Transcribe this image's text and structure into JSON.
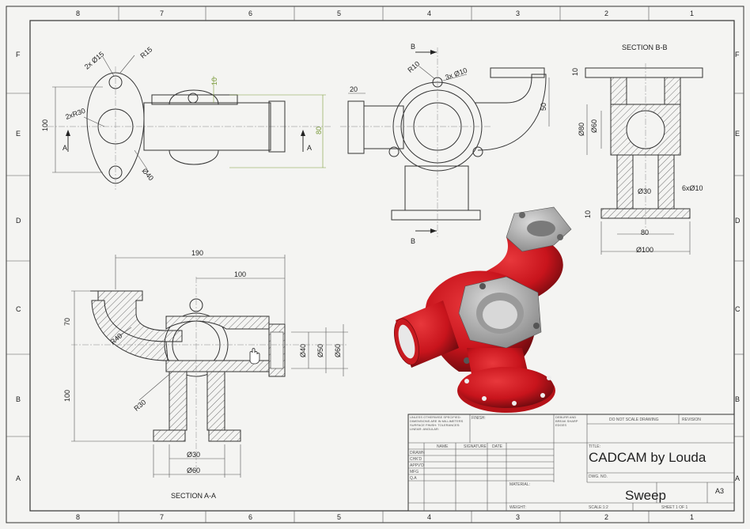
{
  "border": {
    "columns": [
      "8",
      "7",
      "6",
      "5",
      "4",
      "3",
      "2",
      "1"
    ],
    "rows": [
      "F",
      "E",
      "D",
      "C",
      "B",
      "A"
    ]
  },
  "view_front": {
    "labels": [
      "2x Ø15",
      "R15",
      "2xR30",
      "100",
      "Ø40",
      "A",
      "A",
      "10",
      "80"
    ]
  },
  "view_side": {
    "labels": [
      "B",
      "R10",
      "3x Ø10",
      "20",
      "50",
      "B"
    ]
  },
  "section_bb": {
    "title": "SECTION B-B",
    "labels": [
      "10",
      "Ø80",
      "Ø60",
      "Ø30",
      "6xØ10",
      "10",
      "80",
      "Ø100"
    ]
  },
  "section_aa": {
    "title": "SECTION A-A",
    "labels": [
      "190",
      "100",
      "70",
      "R40",
      "Ø40",
      "Ø50",
      "Ø60",
      "100",
      "R30",
      "Ø30",
      "Ø60"
    ]
  },
  "title_block": {
    "company": "CADCAM by Louda",
    "part_name": "Sweep",
    "sheet_size": "A3",
    "notes": "UNLESS OTHERWISE SPECIFIED: DIMENSIONS ARE IN MILLIMETERS SURFACE FINISH: TOLERANCES: LINEAR: ANGULAR:",
    "finish_label": "FINISH:",
    "deburr_label": "DEBURR AND BREAK SHARP EDGES",
    "dont_scale": "DO NOT SCALE DRAWING",
    "revision_label": "REVISION",
    "title_label": "TITLE:",
    "dwg_no_label": "DWG. NO.",
    "material_label": "MATERIAL:",
    "weight_label": "WEIGHT:",
    "scale_label": "SCALE:1:2",
    "sheet_label": "SHEET 1 OF 1",
    "row_headers": [
      "NAME",
      "SIGNATURE",
      "DATE"
    ],
    "rows": [
      "DRAWN",
      "CHK'D",
      "APPV'D",
      "MFG",
      "Q.A"
    ]
  },
  "colors": {
    "part_red": "#c8141c",
    "part_grey": "#b8b8b8",
    "dimension_green": "#7a9a3a"
  }
}
